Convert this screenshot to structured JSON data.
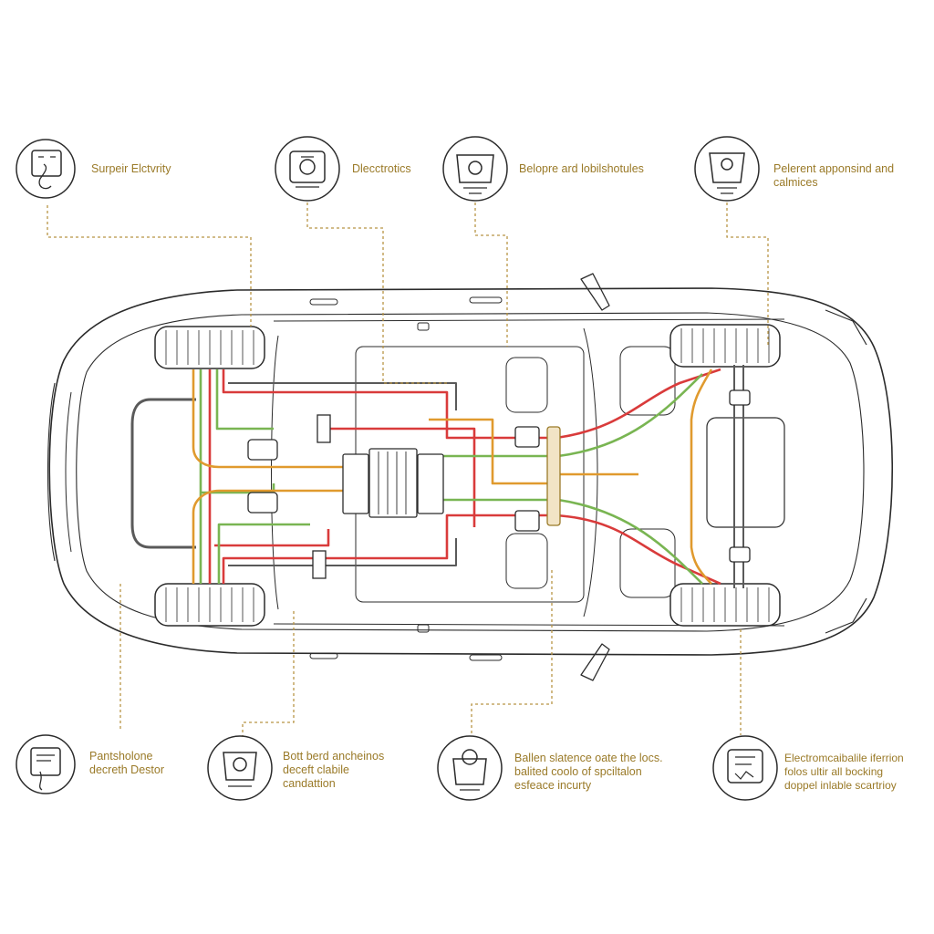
{
  "colors": {
    "outline": "#2b2b2b",
    "leader": "#b89545",
    "label_text": "#9a7a28",
    "wire_red": "#d93b3b",
    "wire_green": "#79b552",
    "wire_orange": "#e09a2e",
    "wire_gray": "#5a5a5a"
  },
  "callouts_top": [
    {
      "icon": "battery-icon",
      "lines": [
        "Surpeir Elctvrity"
      ]
    },
    {
      "icon": "electronics-module-icon",
      "lines": [
        "Dlecctrotics"
      ]
    },
    {
      "icon": "sensor-dome-icon",
      "lines": [
        "Belopre ard lobilshotules"
      ]
    },
    {
      "icon": "control-unit-icon",
      "lines": [
        "Pelerent apponsind and",
        "calmices"
      ]
    }
  ],
  "callouts_bottom": [
    {
      "icon": "document-device-icon",
      "lines": [
        "Pantsholone",
        "decreth Destor"
      ]
    },
    {
      "icon": "harness-connector-icon",
      "lines": [
        "Bott berd ancheinos",
        "deceft clabile",
        "candattion"
      ]
    },
    {
      "icon": "fuse-box-icon",
      "lines": [
        "Ballen slatence oate the locs.",
        "balited coolo of spciltalon",
        "esfeace incurty"
      ]
    },
    {
      "icon": "ecu-icon",
      "lines": [
        "Electromcaibalile iferrion",
        "folos ultir all bocking",
        "doppel inlable scartrioy"
      ]
    }
  ]
}
